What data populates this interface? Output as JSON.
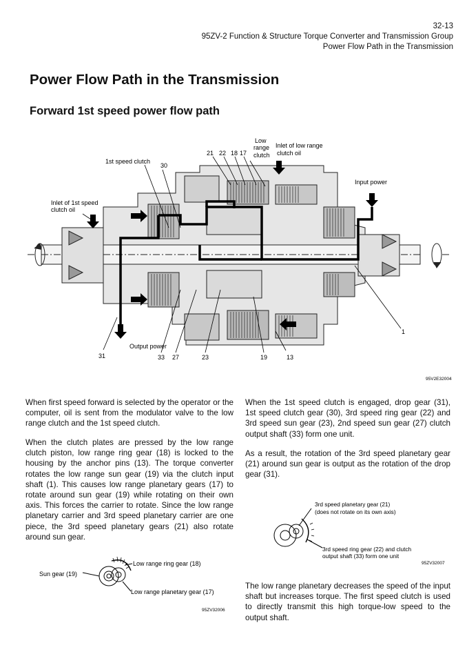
{
  "header": {
    "page_number": "32-13",
    "manual_title": "95ZV-2 Function & Structure Torque Converter and Transmission Group",
    "section": "Power Flow Path in the Transmission"
  },
  "title": "Power Flow Path in the Transmission",
  "subtitle": "Forward 1st speed power flow path",
  "diagram": {
    "labels": {
      "low_range_clutch_1": "Low",
      "low_range_clutch_2": "range",
      "low_range_clutch_3": "clutch",
      "inlet_low_range_1": "Inlet of low range",
      "inlet_low_range_2": "clutch oil",
      "first_speed_clutch": "1st speed clutch",
      "input_power": "Input power",
      "inlet_1st_speed_1": "Inlet of 1st speed",
      "inlet_1st_speed_2": "clutch oil",
      "output_power": "Output power"
    },
    "numbers": {
      "n21": "21",
      "n22": "22",
      "n18": "18",
      "n17": "17",
      "n30": "30",
      "n1": "1",
      "n31": "31",
      "n33": "33",
      "n27": "27",
      "n23": "23",
      "n19": "19",
      "n13": "13"
    },
    "figure_id": "95V2E32004"
  },
  "left_column": {
    "para1": "When first speed forward is selected by the operator or the computer, oil is sent from the modulator valve to the low range clutch and the 1st speed clutch.",
    "para2": "When the clutch plates are pressed by the low range clutch piston, low range ring gear (18) is locked to the housing by the anchor pins (13). The torque converter rotates the low range sun gear (19) via the clutch input shaft (1). This causes low range planetary gears (17) to rotate around sun gear (19) while rotating on their own axis. This forces the carrier to rotate. Since the low range planetary carrier and 3rd speed planetary carrier are one piece, the 3rd speed planetary gears (21) also rotate around sun gear."
  },
  "left_figure": {
    "sun_gear": "Sun gear (19)",
    "ring_gear": "Low range ring gear (18)",
    "planetary_gear": "Low range planetary gear (17)",
    "figure_id": "95ZV32006"
  },
  "right_column": {
    "para1": "When the 1st speed clutch is engaged, drop gear (31), 1st speed clutch gear (30), 3rd speed ring gear (22) and 3rd speed sun gear (23), 2nd speed sun gear (27) clutch output shaft (33) form one unit.",
    "para2": "As a result, the rotation of the 3rd speed planetary gear (21) around sun gear is output as the rotation of the drop gear (31).",
    "para3": "The low range planetary decreases the speed of the input shaft but increases torque. The first speed clutch is used to directly transmit this high torque-low speed to the output shaft."
  },
  "right_figure": {
    "planetary_1": "3rd speed planetary gear (21)",
    "planetary_2": "(does not rotate on its own axis)",
    "ring_1": "3rd speed ring gear (22) and clutch",
    "ring_2": "output shaft (33) form one unit",
    "figure_id": "95ZV32007"
  }
}
